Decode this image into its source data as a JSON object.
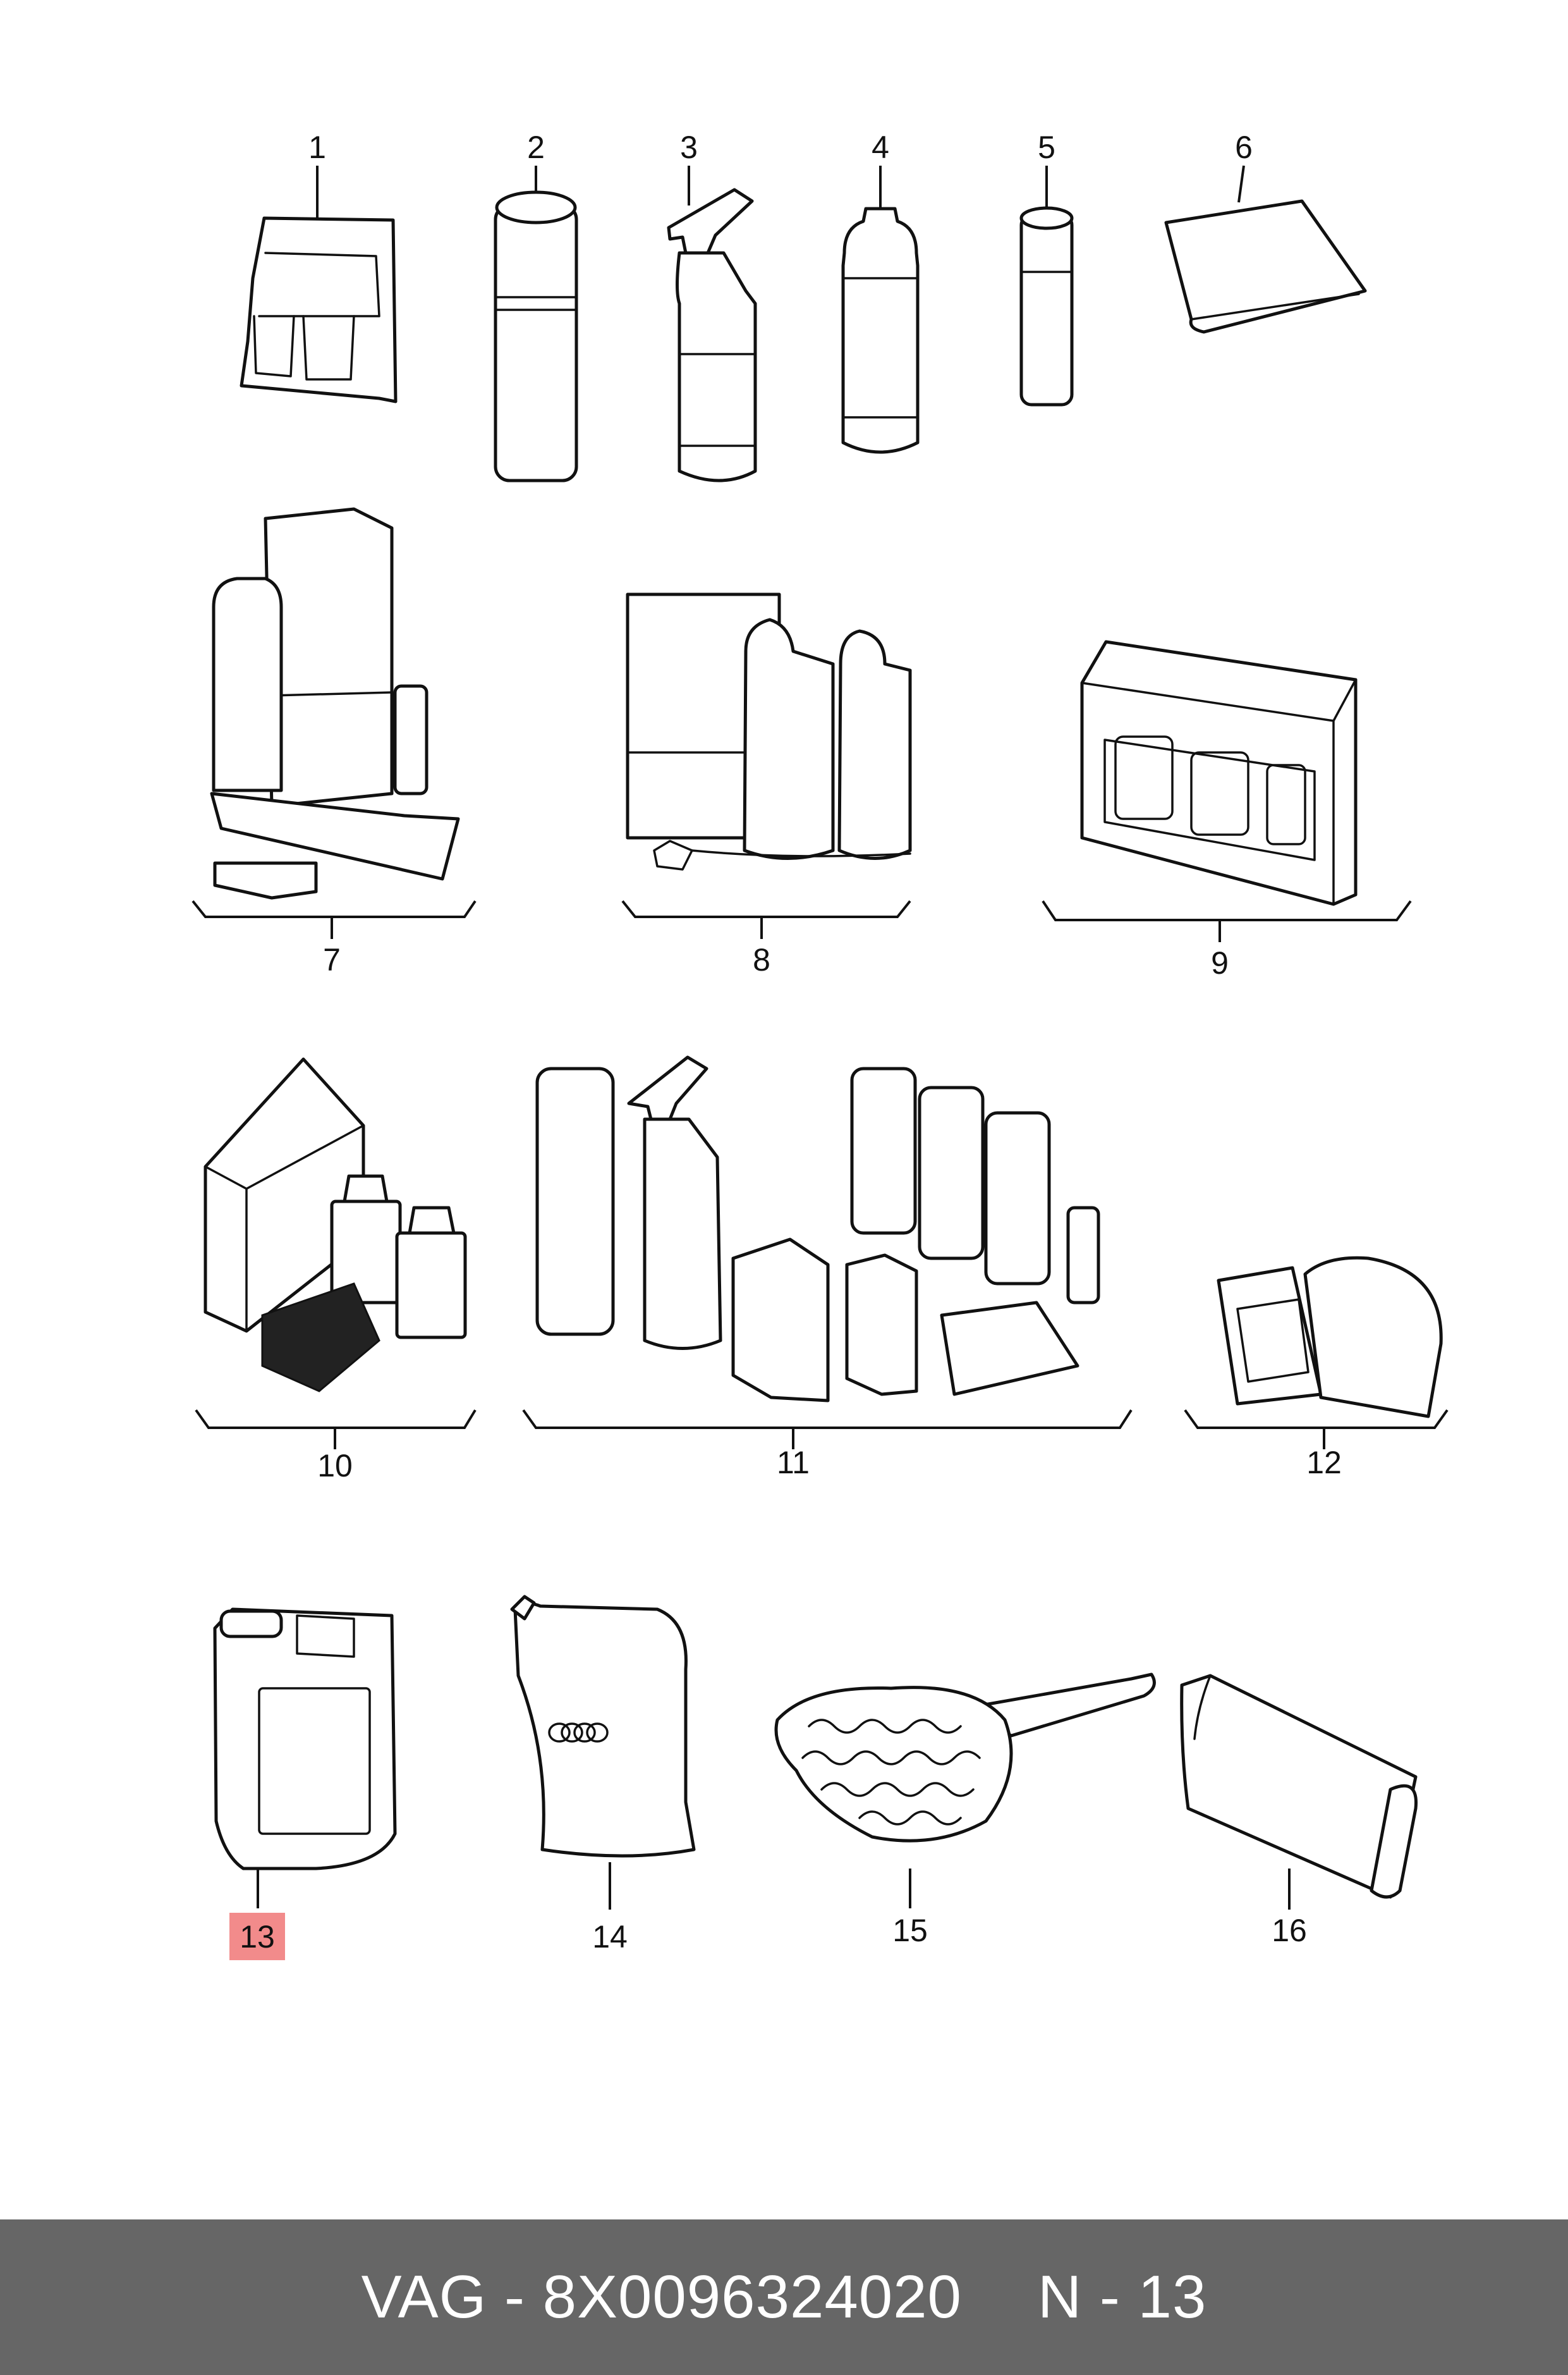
{
  "diagram": {
    "callouts": [
      "1",
      "2",
      "3",
      "4",
      "5",
      "6",
      "7",
      "8",
      "9",
      "10",
      "11",
      "12",
      "13",
      "14",
      "15",
      "16"
    ],
    "highlighted_callout": "13",
    "highlight_color": "#f28b8b"
  },
  "footer": {
    "part_label": "VAG - 8X0096324020",
    "page_label": "N - 13",
    "background": "#666666"
  }
}
